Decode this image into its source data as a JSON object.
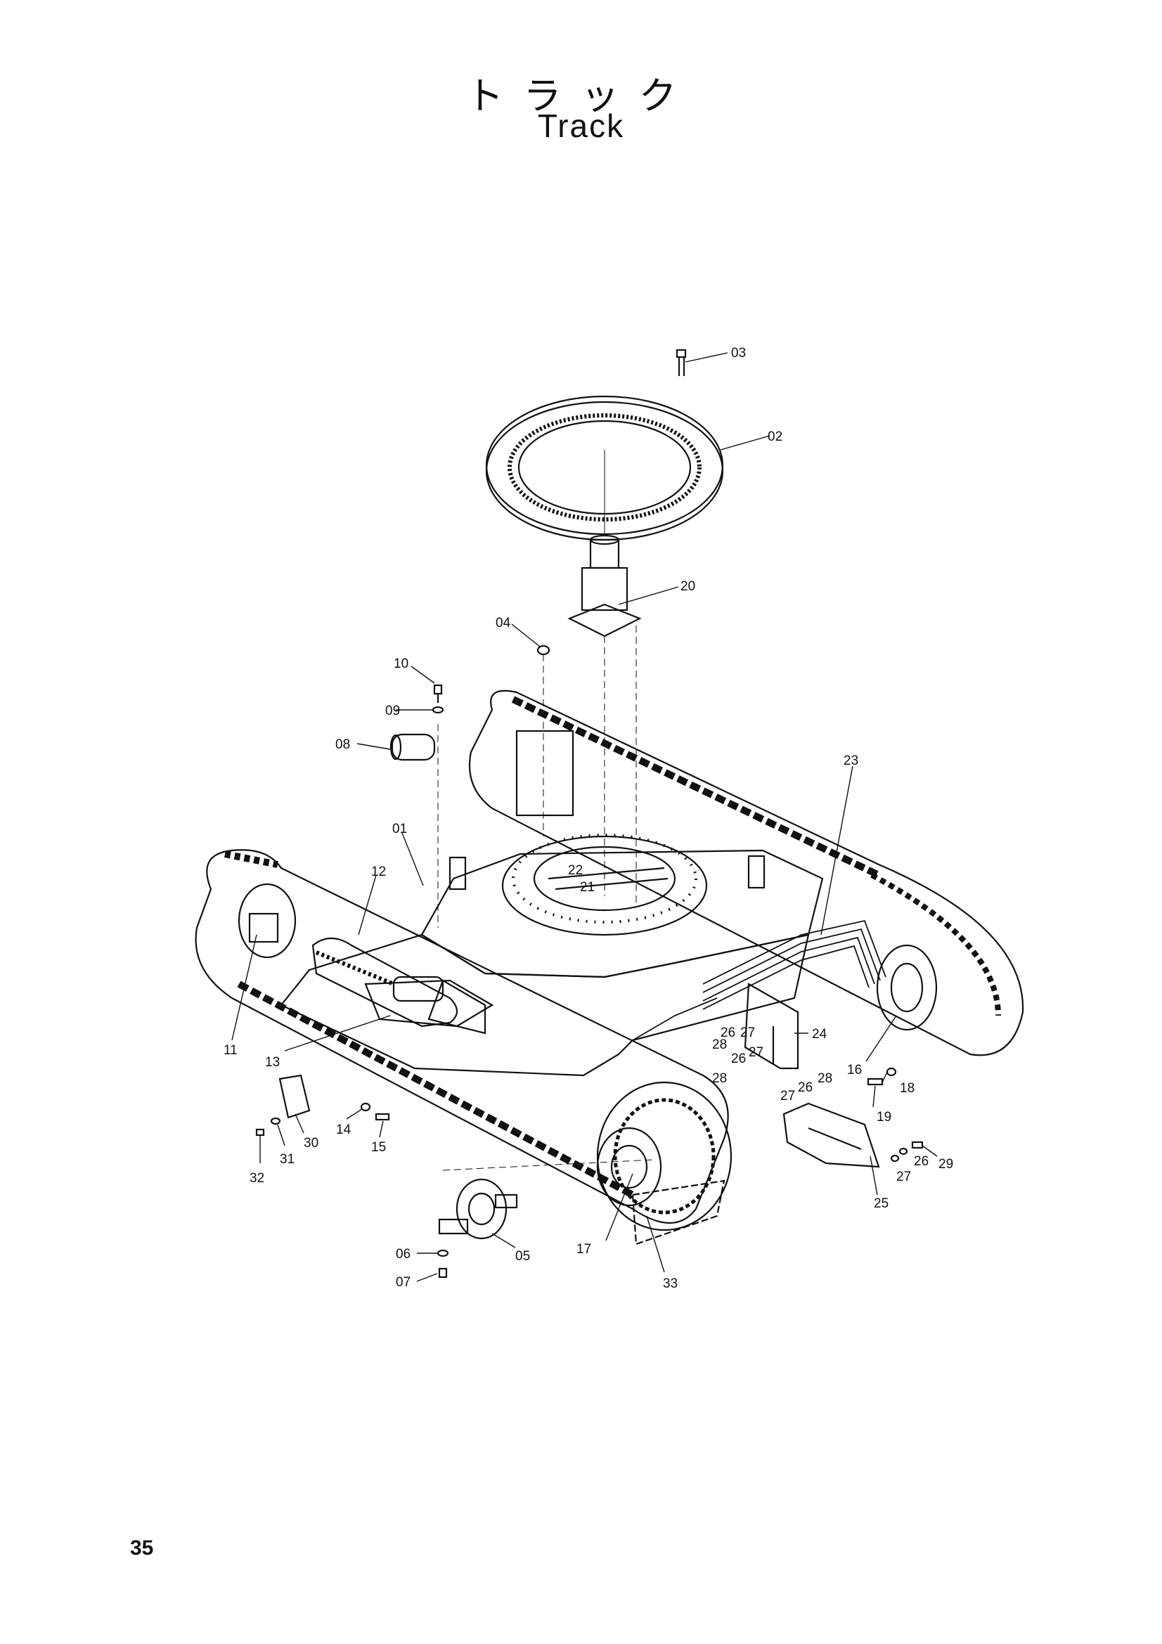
{
  "title": {
    "japanese": "トラック",
    "english": "Track"
  },
  "page_number": "35",
  "part_labels": [
    "01",
    "02",
    "03",
    "04",
    "05",
    "06",
    "07",
    "08",
    "09",
    "10",
    "11",
    "12",
    "13",
    "14",
    "15",
    "16",
    "17",
    "18",
    "19",
    "20",
    "21",
    "22",
    "23",
    "24",
    "25",
    "26",
    "26",
    "26",
    "26",
    "27",
    "27",
    "27",
    "27",
    "28",
    "28",
    "28",
    "29",
    "30",
    "31",
    "32",
    "33"
  ]
}
